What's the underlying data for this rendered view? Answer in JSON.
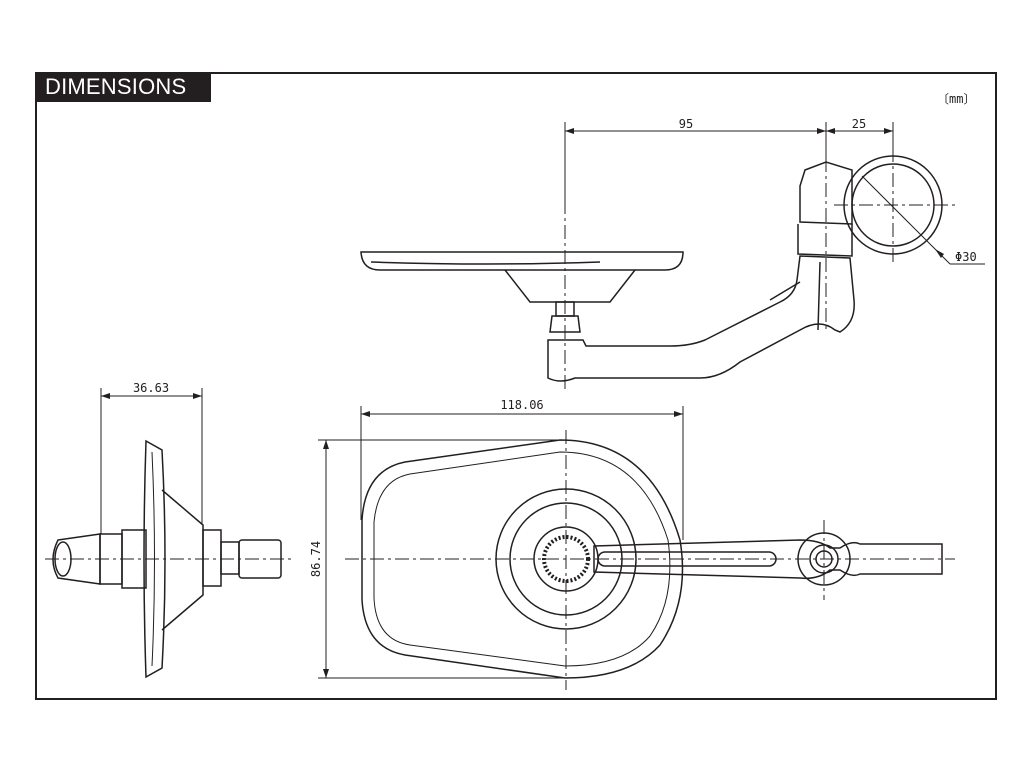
{
  "title": "DIMENSIONS",
  "unit": "〔mm〕",
  "dimensions": {
    "mirror_to_clamp": "95",
    "clamp_offset": "25",
    "clamp_diameter": "Φ30",
    "side_depth": "36.63",
    "mirror_width": "118.06",
    "mirror_height": "86.74"
  },
  "colors": {
    "line": "#231f20",
    "tab_background": "#231f20",
    "tab_text": "#ffffff"
  }
}
